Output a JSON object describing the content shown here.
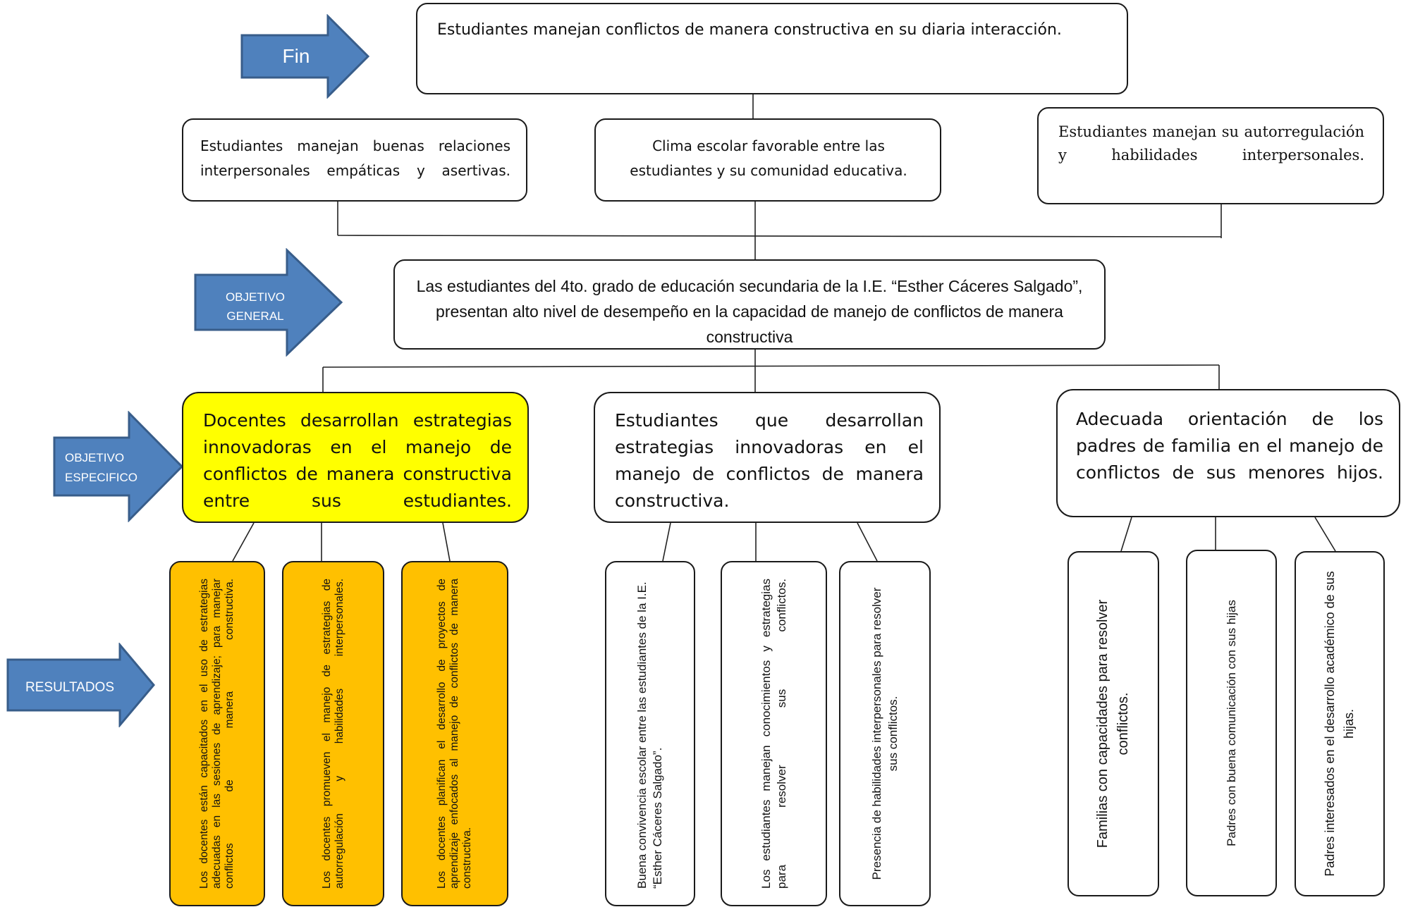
{
  "arrows": {
    "fin": "Fin",
    "objetivo_general": "OBJETIVO GENERAL",
    "objetivo_especifico": "OBJETIVO ESPECIFICO",
    "resultados": "RESULTADOS"
  },
  "fin_box": "Estudiantes manejan conflictos de manera constructiva en su diaria interacción.",
  "middle_boxes": [
    "Estudiantes manejan buenas relaciones interpersonales empáticas y asertivas.",
    "Clima escolar favorable entre las estudiantes y su comunidad educativa.",
    "Estudiantes manejan su autorregulación y habilidades interpersonales."
  ],
  "general_box": "Las estudiantes del 4to. grado de educación secundaria de la I.E. “Esther Cáceres Salgado”, presentan alto nivel de desempeño en la capacidad de manejo de conflictos de manera constructiva",
  "specific_boxes": [
    "Docentes desarrollan estrategias innovadoras en el manejo de conflictos de manera constructiva entre sus estudiantes.",
    "Estudiantes que desarrollan estrategias innovadoras en el manejo de conflictos de manera constructiva.",
    "Adecuada orientación de los padres de familia en el manejo de conflictos de sus menores hijos."
  ],
  "results": [
    "Los docentes están capacitados en el uso de estrategias adecuadas en las sesiones de aprendizaje; para manejar conflictos de manera constructiva.",
    "Los docentes promueven el manejo de estrategias de autorregulación y habilidades interpersonales.",
    "Los docentes planifican el desarrollo de proyectos de aprendizaje enfocados al manejo de conflictos de manera constructiva.",
    "Buena convivencia escolar entre las estudiantes de la I.E. “Esther Cáceres Salgado”.",
    "Los estudiantes manejan conocimientos y estrategias para resolver sus conflictos.",
    "Presencia de habilidades interpersonales para resolver sus conflictos.",
    "Familias con capacidades para resolver conflictos.",
    "Padres con buena comunicación con sus hijas",
    "Padres interesados en el desarrollo académico de sus hijas."
  ],
  "colors": {
    "arrow_fill": "#4f81bd",
    "arrow_border": "#385d8a",
    "highlight_yellow": "#ffff00",
    "result_orange": "#ffc000"
  }
}
